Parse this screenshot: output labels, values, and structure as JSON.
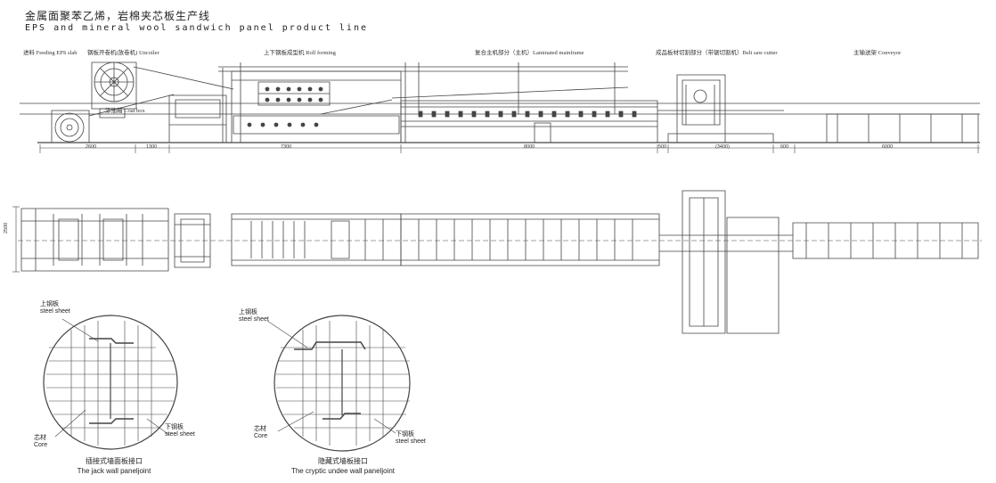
{
  "title": {
    "cn": "金属面聚苯乙烯，岩棉夹芯板生产线",
    "en": "EPS and mineral wool sandwich panel product line"
  },
  "sections": [
    {
      "id": "feeding",
      "label": "进料 Feeding EPS slab"
    },
    {
      "id": "uncoiler",
      "label": "钢板开卷机(放卷机) Uncoiler"
    },
    {
      "id": "roll_forming",
      "label": "上下钢板成型机 Roll forming"
    },
    {
      "id": "laminated",
      "label": "复合主机部分（主机）Laminated mainframe"
    },
    {
      "id": "cutter",
      "label": "成品板材切割部分（带锯切割机）Belt saw cutter"
    },
    {
      "id": "conveyor",
      "label": "主输送架 Conveyor"
    }
  ],
  "tag_box": "涂油箱 Coat box",
  "dimensions": {
    "d1": "2600",
    "d2": "1300",
    "d3": "7300",
    "d4": "8000",
    "d5": "500",
    "d6": "(3400)",
    "d7": "600",
    "d8": "6000",
    "width": "2500"
  },
  "details": {
    "left": {
      "top_cn": "上钢板",
      "top_en": "steel sheet",
      "core_cn": "芯材",
      "core_en": "Core",
      "bottom_cn": "下钢板",
      "bottom_en": "steel sheet",
      "caption_cn": "插接式墙面板接口",
      "caption_en": "The jack wall paneljoint"
    },
    "right": {
      "top_cn": "上钢板",
      "top_en": "steel sheet",
      "core_cn": "芯材",
      "core_en": "Core",
      "bottom_cn": "下钢板",
      "bottom_en": "steel sheet",
      "caption_cn": "隐藏式墙板接口",
      "caption_en": "The cryptic undee wall paneljoint"
    }
  }
}
